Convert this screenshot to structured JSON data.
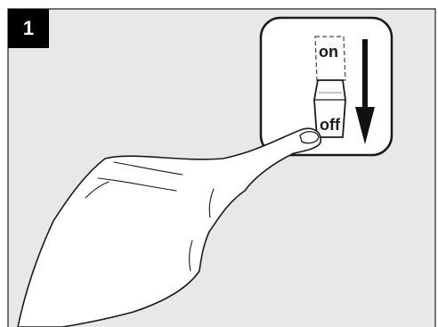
{
  "step": {
    "number": "1"
  },
  "switch": {
    "on_label": "on",
    "off_label": "off",
    "state": "off"
  },
  "arrow": {
    "direction": "down"
  },
  "colors": {
    "panel": "#e8e8e8",
    "outline": "#1a1a1a",
    "step_badge": "#000000"
  }
}
